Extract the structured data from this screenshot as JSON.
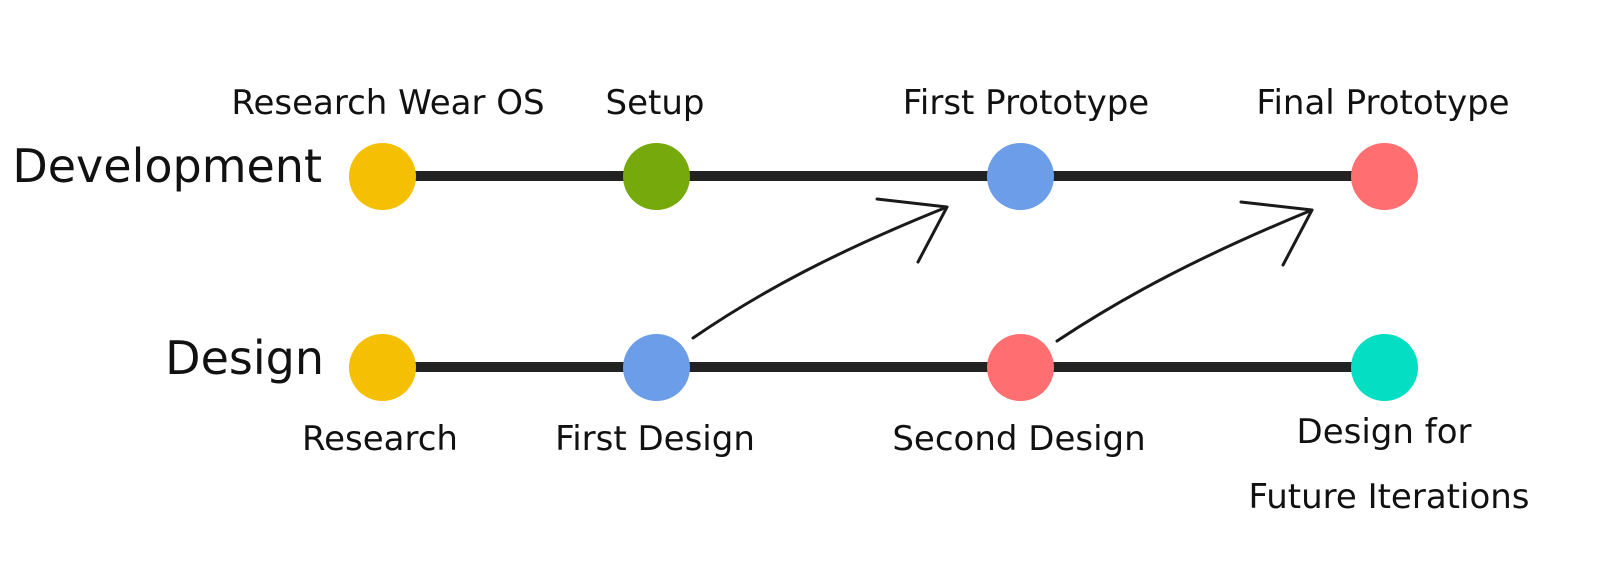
{
  "rows": {
    "development": {
      "label": "Development",
      "milestones": [
        {
          "label": "Research Wear OS",
          "color": "#F5C003"
        },
        {
          "label": "Setup",
          "color": "#76A90B"
        },
        {
          "label": "First Prototype",
          "color": "#6B9DE8"
        },
        {
          "label": "Final Prototype",
          "color": "#FF6F71"
        }
      ]
    },
    "design": {
      "label": "Design",
      "milestones": [
        {
          "label": "Research",
          "color": "#F5C003"
        },
        {
          "label": "First Design",
          "color": "#6B9DE8"
        },
        {
          "label": "Second Design",
          "color": "#FF6F71"
        },
        {
          "label_line1": "Design for",
          "label_line2": "Future Iterations",
          "color": "#04DEC3"
        }
      ]
    }
  },
  "colors": {
    "track": "#222222",
    "arrow": "#1A1A1A",
    "text": "#111111"
  }
}
